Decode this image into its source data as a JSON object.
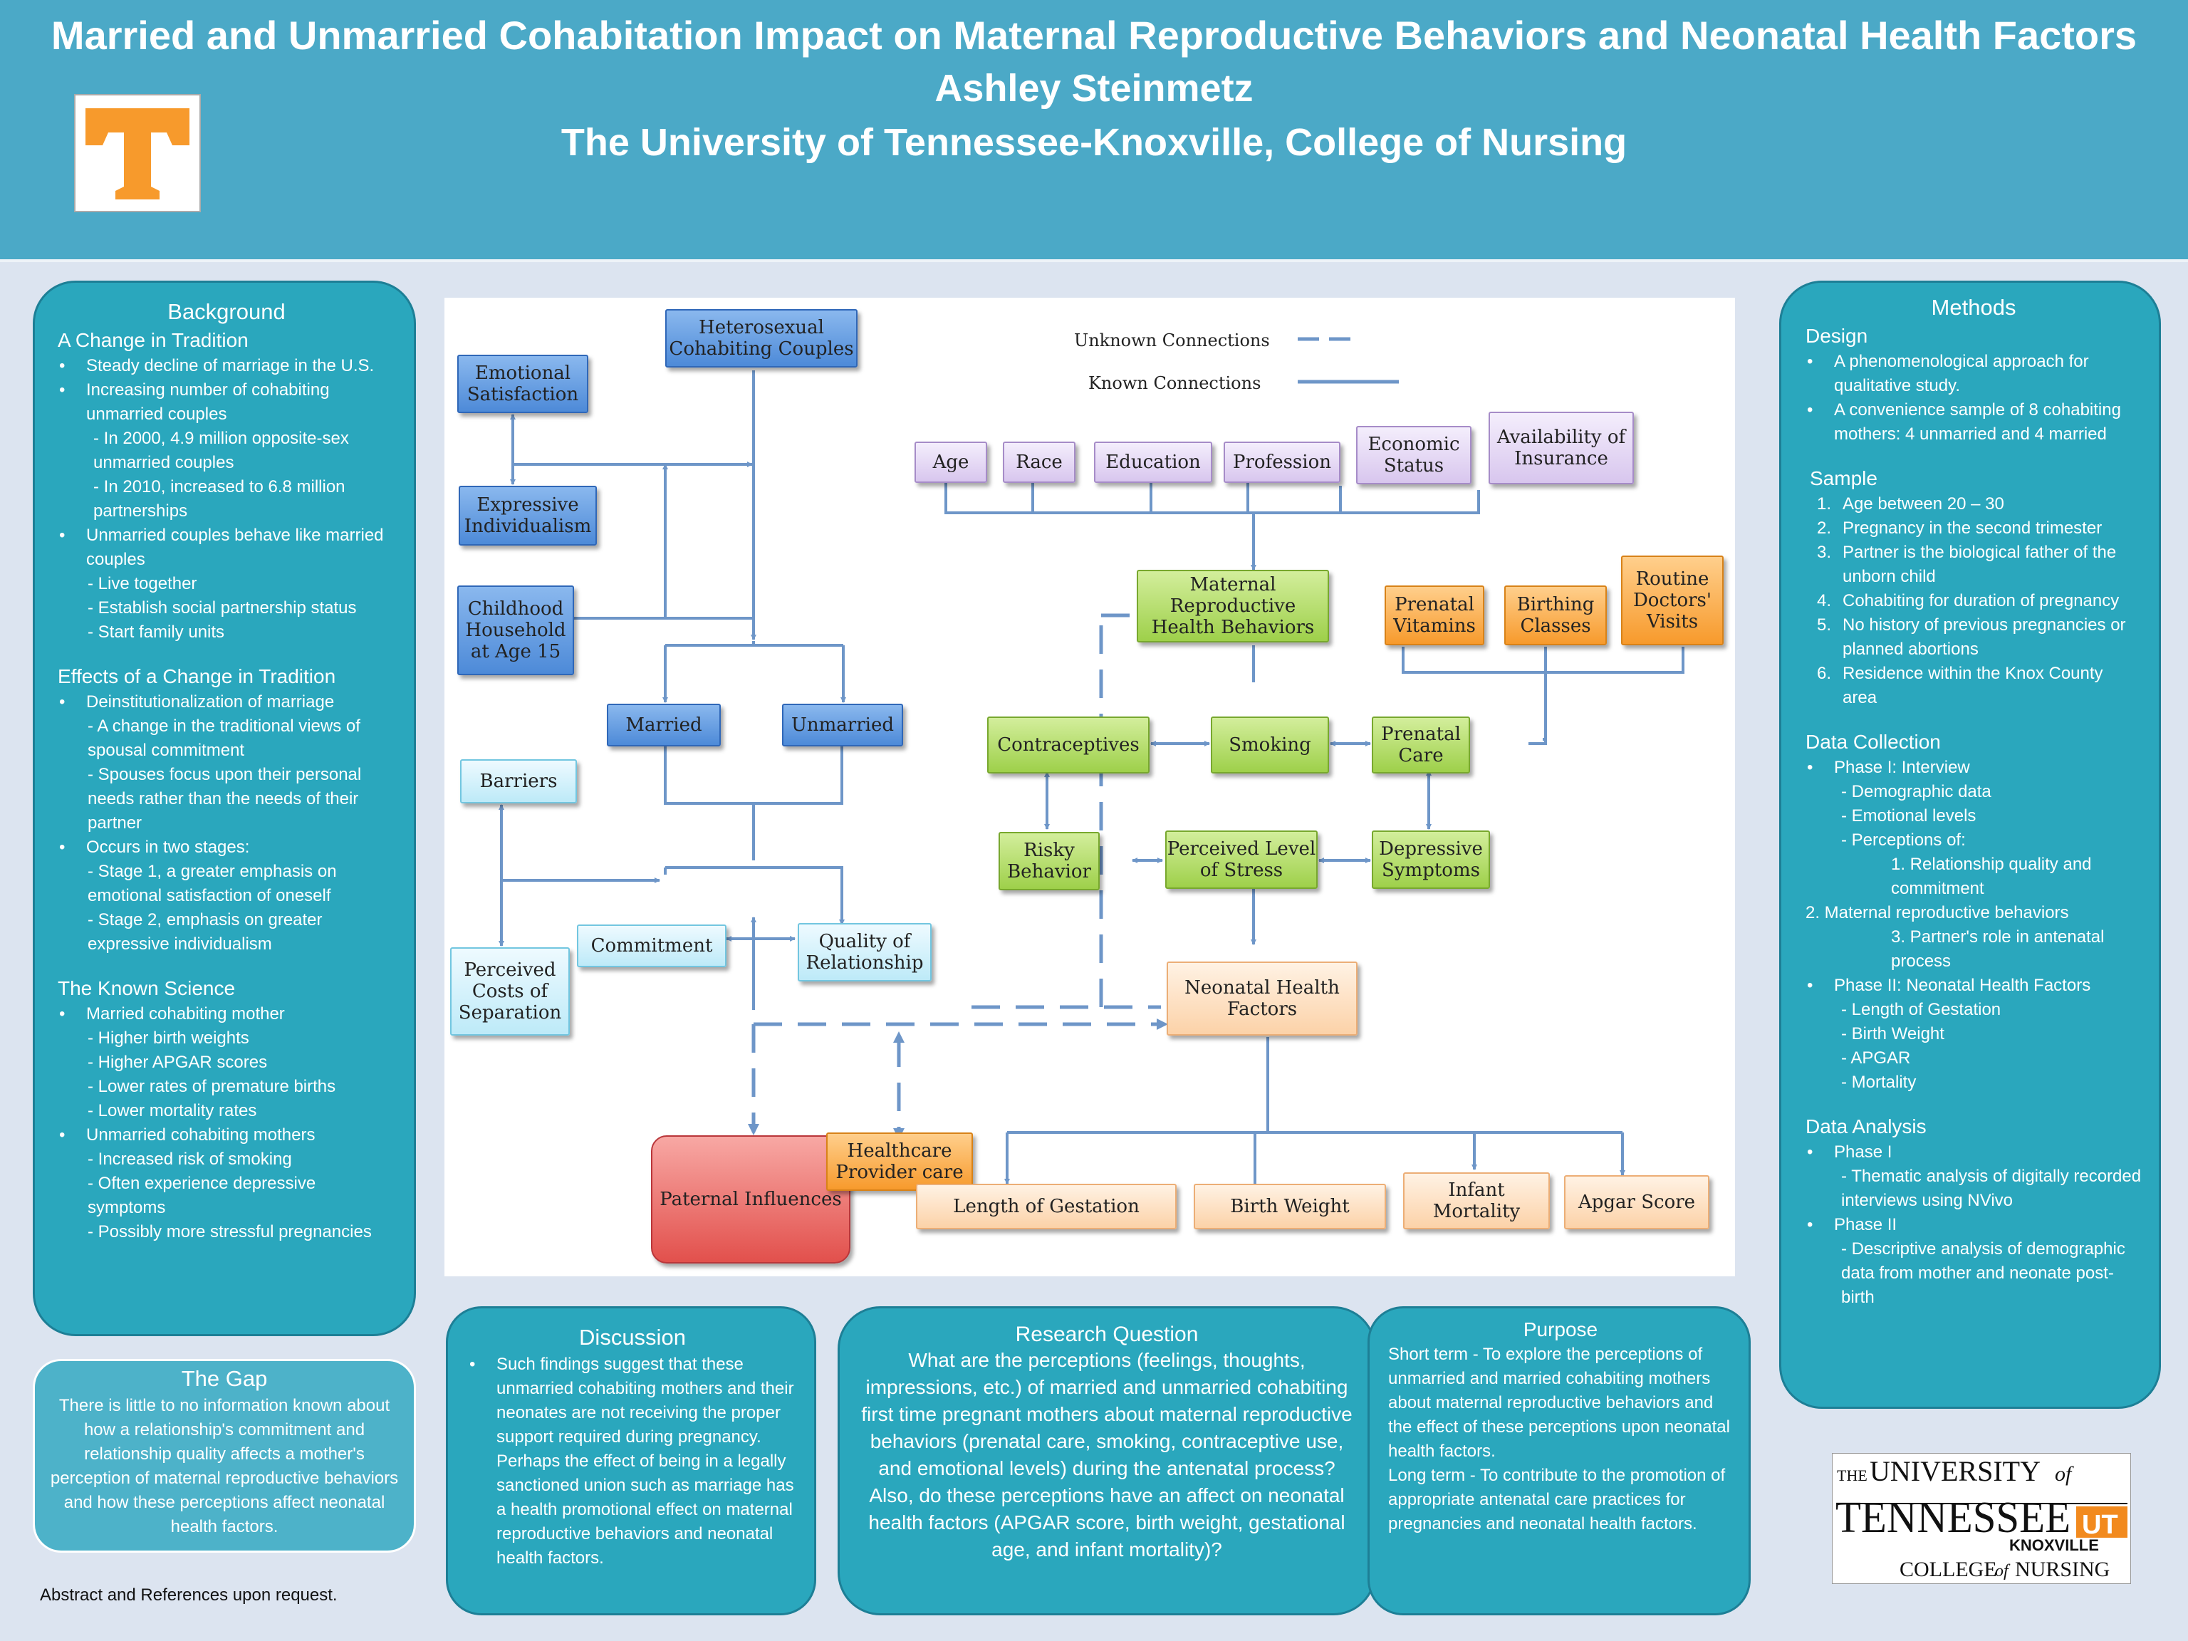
{
  "header": {
    "title": "Married and Unmarried Cohabitation Impact on Maternal Reproductive Behaviors and Neonatal Health Factors",
    "author": "Ashley Steinmetz",
    "affiliation": "The University of Tennessee-Knoxville, College of Nursing"
  },
  "background": {
    "heading": "Background",
    "sec1_title": "A Change in Tradition",
    "sec1": [
      {
        "t": "Steady decline of marriage in the U.S.",
        "k": "b0"
      },
      {
        "t": "Increasing number of cohabiting unmarried couples",
        "k": "b0"
      },
      {
        "t": "- In 2000, 4.9 million opposite-sex unmarried couples",
        "k": "s2"
      },
      {
        "t": "- In 2010, increased to 6.8 million partnerships",
        "k": "s2"
      },
      {
        "t": "Unmarried couples behave like married couples",
        "k": "b0"
      },
      {
        "t": "- Live together",
        "k": "s1"
      },
      {
        "t": "- Establish social partnership status",
        "k": "s1"
      },
      {
        "t": "- Start family units",
        "k": "s1"
      }
    ],
    "sec2_title": "Effects of a Change in Tradition",
    "sec2": [
      {
        "t": "Deinstitutionalization of marriage",
        "k": "b0"
      },
      {
        "t": "- A change in the traditional views of spousal commitment",
        "k": "s1"
      },
      {
        "t": "- Spouses focus upon their personal needs rather than the needs of their partner",
        "k": "s1"
      },
      {
        "t": "Occurs in two stages:",
        "k": "b0"
      },
      {
        "t": "- Stage 1, a greater emphasis on emotional satisfaction of oneself",
        "k": "s1"
      },
      {
        "t": "- Stage 2, emphasis on greater expressive individualism",
        "k": "s1"
      }
    ],
    "sec3_title": "The Known Science",
    "sec3": [
      {
        "t": "Married cohabiting mother",
        "k": "b0"
      },
      {
        "t": "- Higher birth weights",
        "k": "s1"
      },
      {
        "t": "- Higher APGAR scores",
        "k": "s1"
      },
      {
        "t": "- Lower rates of premature births",
        "k": "s1"
      },
      {
        "t": "- Lower mortality rates",
        "k": "s1"
      },
      {
        "t": "Unmarried cohabiting mothers",
        "k": "b0"
      },
      {
        "t": "- Increased risk of smoking",
        "k": "s1"
      },
      {
        "t": "- Often experience depressive symptoms",
        "k": "s1"
      },
      {
        "t": "- Possibly more stressful pregnancies",
        "k": "s1"
      }
    ]
  },
  "gap": {
    "heading": "The Gap",
    "text": "There is little to no information known about how a relationship's commitment and relationship quality affects a mother's perception of maternal reproductive behaviors and how these perceptions affect neonatal health factors."
  },
  "abstract_note": "Abstract and References upon request.",
  "diagram": {
    "legend_unknown": "Unknown Connections",
    "legend_known": "Known Connections",
    "nodes": {
      "hetero": "Heterosexual Cohabiting Couples",
      "emotional": "Emotional Satisfaction",
      "expressive": "Expressive Individualism",
      "childhood": "Childhood Household at Age 15",
      "married": "Married",
      "unmarried": "Unmarried",
      "barriers": "Barriers",
      "commitment": "Commitment",
      "quality": "Quality of Relationship",
      "costs": "Perceived Costs of Separation",
      "paternal": "Paternal Influences",
      "healthcare": "Healthcare Provider care",
      "age": "Age",
      "race": "Race",
      "education": "Education",
      "profession": "Profession",
      "economic": "Economic Status",
      "insurance": "Availability of Insurance",
      "mrhb": "Maternal Reproductive Health Behaviors",
      "vitamins": "Prenatal Vitamins",
      "birthing": "Birthing Classes",
      "routine": "Routine Doctors' Visits",
      "contraceptives": "Contraceptives",
      "smoking": "Smoking",
      "prenatal_care": "Prenatal Care",
      "risky": "Risky Behavior",
      "stress": "Perceived Level of Stress",
      "depressive": "Depressive Symptoms",
      "neonatal": "Neonatal Health Factors",
      "gestation": "Length of Gestation",
      "birthweight": "Birth Weight",
      "mortality": "Infant Mortality",
      "apgar": "Apgar Score"
    },
    "colors": {
      "line": "#6e96c8",
      "blue": "#4d8ad8",
      "green": "#9ed04a",
      "orange": "#f79a2c",
      "purple": "#d8c6ee",
      "peach": "#fcd2a8",
      "red": "#e2504c",
      "light_blue": "#bdeaf8"
    }
  },
  "methods": {
    "heading": "Methods",
    "design_title": "Design",
    "design": [
      {
        "t": " A phenomenological approach for qualitative study.",
        "k": "b0"
      },
      {
        "t": "A convenience sample of 8 cohabiting mothers: 4 unmarried and 4 married",
        "k": "b0"
      }
    ],
    "sample_title": "Sample",
    "sample": [
      "Age between 20 – 30",
      "Pregnancy in the second trimester",
      "Partner is the biological father of the unborn child",
      "Cohabiting for duration of pregnancy",
      "No history of previous pregnancies or planned abortions",
      "Residence within the Knox County area"
    ],
    "dc_title": "Data Collection",
    "dc": [
      {
        "t": "Phase I: Interview",
        "k": "b0"
      },
      {
        "t": "- Demographic data",
        "k": "s2"
      },
      {
        "t": "- Emotional levels",
        "k": "s2"
      },
      {
        "t": "- Perceptions of:",
        "k": "s2"
      },
      {
        "t": "1. Relationship quality and commitment",
        "k": "p1"
      },
      {
        "t": "2. Maternal reproductive behaviors",
        "k": "p2"
      },
      {
        "t": "3. Partner's role in antenatal process",
        "k": "p1"
      },
      {
        "t": "Phase II: Neonatal Health Factors",
        "k": "b0"
      },
      {
        "t": "- Length of Gestation",
        "k": "s2"
      },
      {
        "t": "- Birth Weight",
        "k": "s2"
      },
      {
        "t": "- APGAR",
        "k": "s2"
      },
      {
        "t": "- Mortality",
        "k": "s2"
      }
    ],
    "da_title": "Data Analysis",
    "da": [
      {
        "t": "Phase I",
        "k": "b0"
      },
      {
        "t": "- Thematic analysis of digitally recorded interviews using NVivo",
        "k": "s2"
      },
      {
        "t": "Phase II",
        "k": "b0"
      },
      {
        "t": "- Descriptive analysis of demographic data from mother and neonate post-birth",
        "k": "s2"
      }
    ]
  },
  "discussion": {
    "heading": "Discussion",
    "text": "Such findings suggest that these unmarried cohabiting mothers and their neonates are not receiving the proper support required during pregnancy. Perhaps the effect of being in a legally sanctioned union such as marriage has a health promotional effect on maternal reproductive behaviors and neonatal health factors."
  },
  "research_question": {
    "heading": "Research Question",
    "text": "What are the perceptions (feelings, thoughts, impressions, etc.) of married and unmarried cohabiting first time pregnant mothers about maternal reproductive behaviors (prenatal care, smoking, contraceptive use, and emotional levels) during the antenatal process? Also, do these perceptions have an affect on neonatal health factors (APGAR score, birth weight, gestational age, and infant mortality)?"
  },
  "purpose": {
    "heading": "Purpose",
    "short": "Short term -  To explore the perceptions of unmarried and married cohabiting mothers about maternal reproductive behaviors and the effect of these perceptions upon neonatal health factors.",
    "long": "Long term - To contribute to the promotion of appropriate antenatal care practices for pregnancies and neonatal health factors."
  },
  "ut_logo": {
    "line1_a": "THE",
    "line1_b": "UNIVERSITY",
    "line1_c": "of",
    "line2": "TENNESSEE",
    "mark": "UT",
    "line3": "KNOXVILLE",
    "line4_a": "COLLEGE",
    "line4_b": "of",
    "line4_c": "NURSING",
    "brand_orange": "#f28a1e"
  }
}
